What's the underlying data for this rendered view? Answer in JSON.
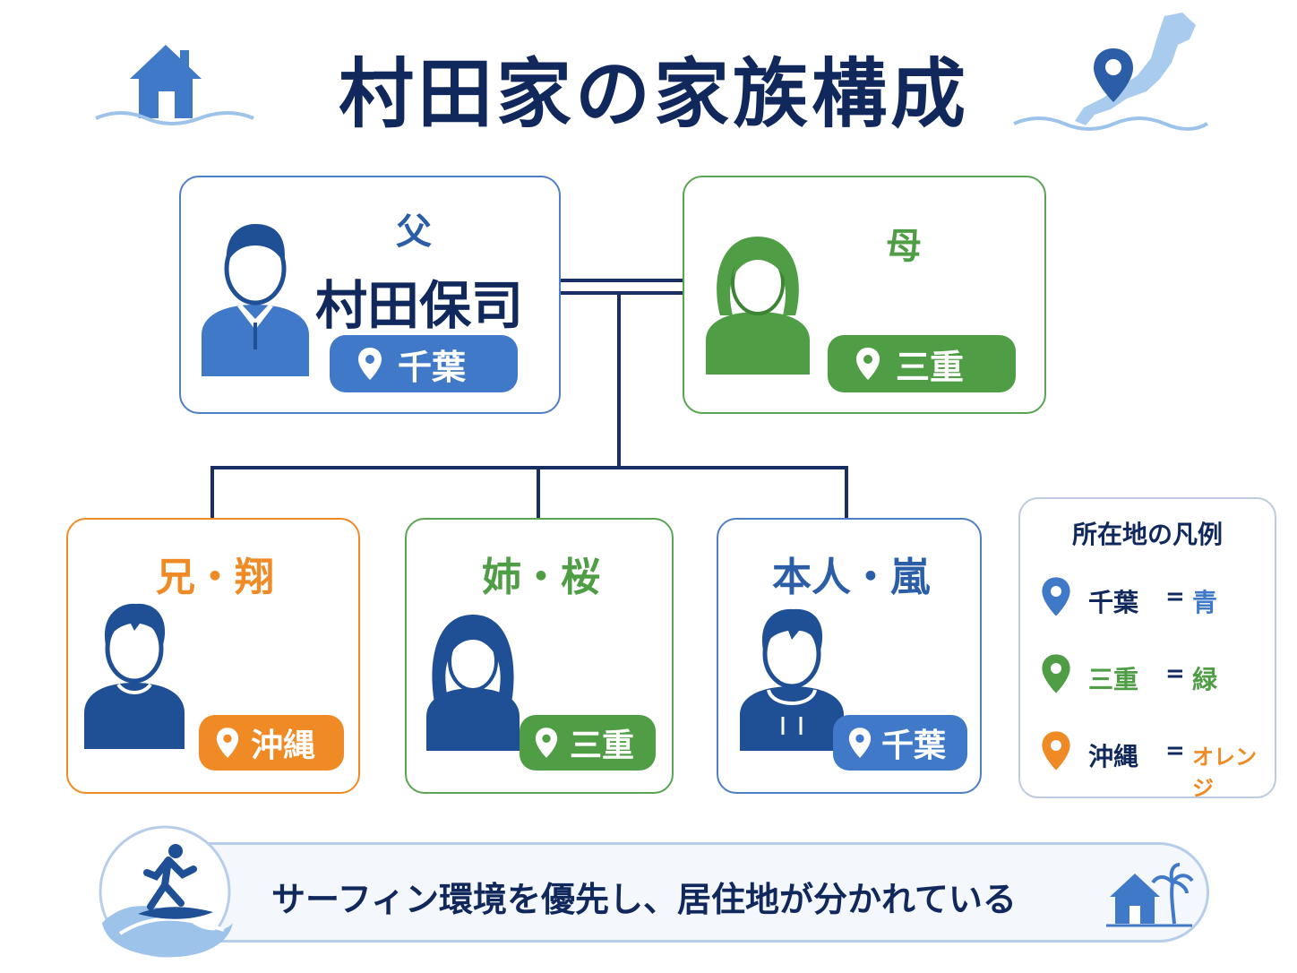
{
  "title": "村田家の家族構成",
  "members": {
    "father": {
      "role": "父",
      "name": "村田保司",
      "location": "千葉",
      "color": "#3f79c8"
    },
    "mother": {
      "role": "母",
      "location": "三重",
      "color": "#4f9d45"
    },
    "brother": {
      "role": "兄・翔",
      "location": "沖縄",
      "color": "#ef8a25"
    },
    "sister": {
      "role": "姉・桜",
      "location": "三重",
      "color": "#4f9d45"
    },
    "self": {
      "role": "本人・嵐",
      "location": "千葉",
      "color": "#3f79c8"
    }
  },
  "legend": {
    "title": "所在地の凡例",
    "items": [
      {
        "place": "千葉",
        "eq": "=",
        "color_name": "青",
        "color": "#3f79c8"
      },
      {
        "place": "三重",
        "eq": "=",
        "color_name": "緑",
        "color": "#4f9d45"
      },
      {
        "place": "沖縄",
        "eq": "=",
        "color_name": "オレンジ",
        "color": "#ef8a25"
      }
    ]
  },
  "footer": {
    "text": "サーフィン環境を優先し、居住地が分かれている"
  },
  "icons": [
    "house-icon",
    "map-pin-icon",
    "japan-map-icon",
    "surfer-icon",
    "beach-house-icon",
    "person-icon"
  ]
}
